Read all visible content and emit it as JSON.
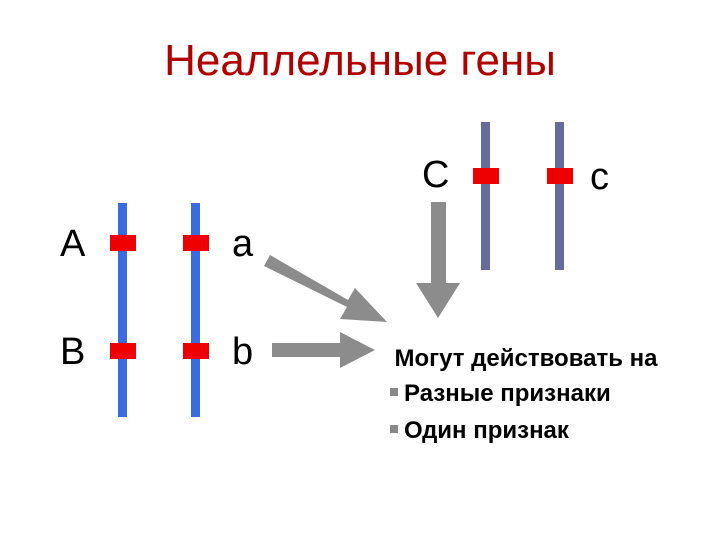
{
  "title": "Неаллельные гены",
  "genes": {
    "A": "A",
    "a": "a",
    "B": "B",
    "b": "b",
    "C": "C",
    "c": "c"
  },
  "description": {
    "heading": "Могут действовать на",
    "items": [
      "Разные признаки",
      "Один признак"
    ]
  },
  "colors": {
    "title": "#b00000",
    "chromosome_blue": "#3a6be0",
    "chromosome_gray": "#666b9a",
    "locus": "#ee0000",
    "arrow": "#8c8c8c"
  }
}
